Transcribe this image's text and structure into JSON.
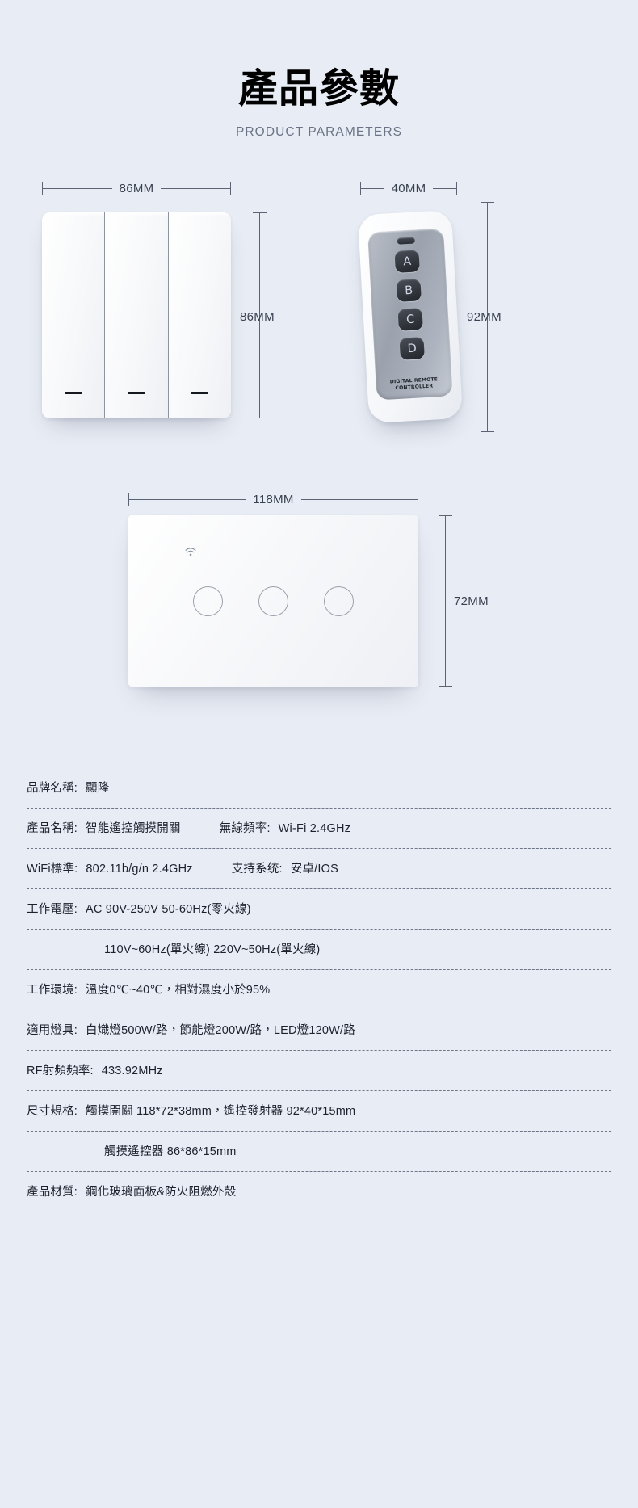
{
  "header": {
    "title": "產品參數",
    "subtitle": "PRODUCT PARAMETERS"
  },
  "colors": {
    "background": "#e8ecf4",
    "text": "#1b212d",
    "rule": "#5c6373",
    "subtitle": "#6b7385",
    "remote_face": "#9ba2ad",
    "remote_button": "#33373e"
  },
  "diagrams": {
    "mechanical_switch": {
      "name": "三位機械開關",
      "width_label": "86MM",
      "height_label": "86MM",
      "gang_count": 3
    },
    "remote": {
      "name": "遙控發射器",
      "width_label": "40MM",
      "height_label": "92MM",
      "buttons": [
        "A",
        "B",
        "C",
        "D"
      ],
      "brand_line1": "DIGITAL REMOTE",
      "brand_line2": "CONTROLLER"
    },
    "touch_panel": {
      "name": "智能觸摸開關",
      "width_label": "118MM",
      "height_label": "72MM",
      "touch_points": 3,
      "icon": "wifi-icon"
    }
  },
  "spec_rows": [
    {
      "label": "品牌名稱:",
      "value": "顯隆",
      "label2": "",
      "value2": "",
      "indent": false
    },
    {
      "label": "產品名稱:",
      "value": "智能遙控觸摸開關",
      "label2": "無線頻率:",
      "value2": "Wi-Fi 2.4GHz",
      "indent": false
    },
    {
      "label": "WiFi標準:",
      "value": "802.11b/g/n  2.4GHz",
      "label2": "支持系统:",
      "value2": "安卓/IOS",
      "indent": false
    },
    {
      "label": "工作電壓:",
      "value": "AC 90V-250V 50-60Hz(零火線)",
      "label2": "",
      "value2": "",
      "indent": false
    },
    {
      "label": "",
      "value": "110V~60Hz(單火線)  220V~50Hz(單火線)",
      "label2": "",
      "value2": "",
      "indent": true
    },
    {
      "label": "工作環境:",
      "value": "溫度0℃~40℃，相對濕度小於95%",
      "label2": "",
      "value2": "",
      "indent": false
    },
    {
      "label": "適用燈具:",
      "value": "白熾燈500W/路，節能燈200W/路，LED燈120W/路",
      "label2": "",
      "value2": "",
      "indent": false
    },
    {
      "label": "RF射頻頻率:",
      "value": "433.92MHz",
      "label2": "",
      "value2": "",
      "indent": false
    },
    {
      "label": "尺寸規格:",
      "value": "觸摸開關 118*72*38mm，遙控發射器 92*40*15mm",
      "label2": "",
      "value2": "",
      "indent": false
    },
    {
      "label": "",
      "value": "觸摸遙控器 86*86*15mm",
      "label2": "",
      "value2": "",
      "indent": true
    },
    {
      "label": "產品材質:",
      "value": "鋼化玻璃面板&防火阻燃外殼",
      "label2": "",
      "value2": "",
      "indent": false
    }
  ]
}
